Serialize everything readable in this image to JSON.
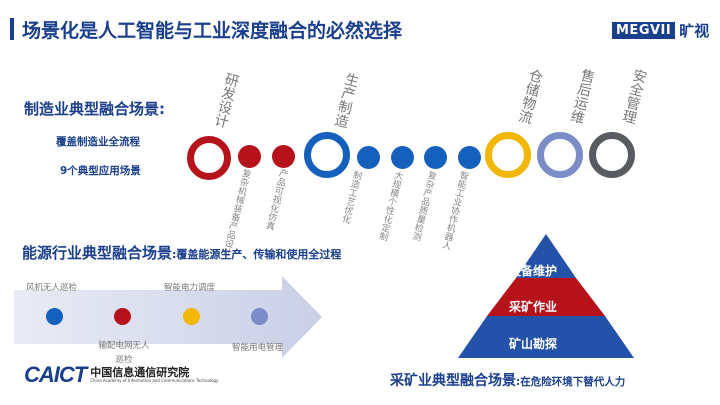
{
  "header": {
    "title": "场景化是人工智能与工业深度融合的必然选择",
    "brand_en": "MEGVII",
    "brand_cn": "旷视"
  },
  "manufacturing": {
    "title": "制造业典型融合场景:",
    "sub1": "覆盖制造业全流程",
    "sub2": "9个典型应用场景",
    "top_labels": [
      "研发设计",
      "生产制造",
      "仓储物流",
      "售后运维",
      "安全管理"
    ],
    "small_labels": [
      "复杂机械装备产品设计",
      "产品可视化仿真",
      "制造工艺优化",
      "大规模个性化定制",
      "复杂产品质量检测",
      "智能工业协作机器人"
    ]
  },
  "energy": {
    "title": "能源行业典型融合场景",
    "subtitle": ":覆盖能源生产、传输和使用全过程",
    "labels": [
      "风机无人巡检",
      "智能电力调度",
      "输配电网无人巡检",
      "智能用电管理"
    ]
  },
  "mining": {
    "title": "采矿业典型融合场景",
    "subtitle": ":在危险环境下替代人力",
    "levels": [
      "设备维护",
      "采矿作业",
      "矿山勘探"
    ]
  },
  "logo": {
    "name": "CAICT",
    "cn": "中国信息通信研究院",
    "en": "China Academy of Information and Communications Technology"
  },
  "colors": {
    "red": "#b5121b",
    "blue": "#1560bd",
    "yellow": "#f2b705",
    "lavender": "#7b8cc8",
    "gray": "#585c61",
    "navy": "#1a3f8c"
  }
}
